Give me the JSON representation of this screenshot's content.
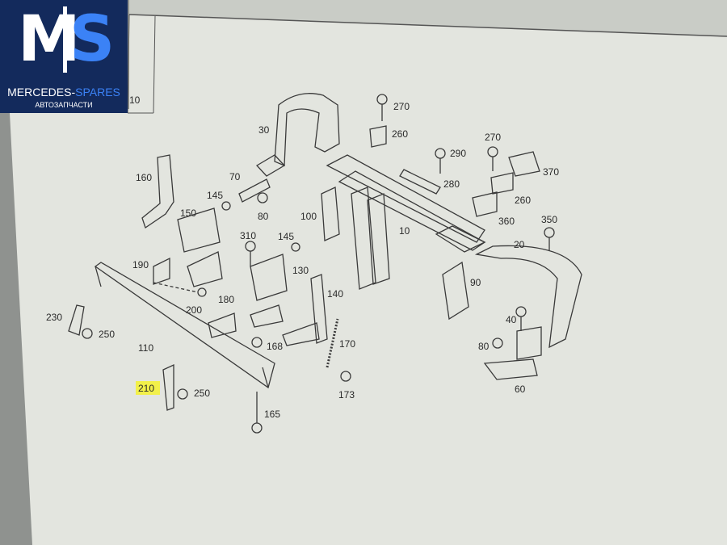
{
  "logo": {
    "letter_m": "M",
    "letter_s": "S",
    "brand_white": "MERCEDES-",
    "brand_blue": "SPARES",
    "subtitle": "АВТОЗАПЧАСТИ"
  },
  "diagram": {
    "edge_label": "10",
    "highlighted_label": "210",
    "highlight_color": "#f2f04a",
    "labels": [
      "270",
      "260",
      "270",
      "290",
      "30",
      "370",
      "280",
      "260",
      "160",
      "70",
      "145",
      "80",
      "150",
      "100",
      "10",
      "360",
      "350",
      "310",
      "145",
      "20",
      "190",
      "130",
      "140",
      "90",
      "230",
      "200",
      "180",
      "40",
      "250",
      "110",
      "168",
      "170",
      "80",
      "250",
      "173",
      "60",
      "165"
    ]
  },
  "colors": {
    "screen": "#e4e6e0",
    "line": "#3a3a3a",
    "logo_bg": "#132a5c",
    "logo_accent": "#3b82f6"
  }
}
